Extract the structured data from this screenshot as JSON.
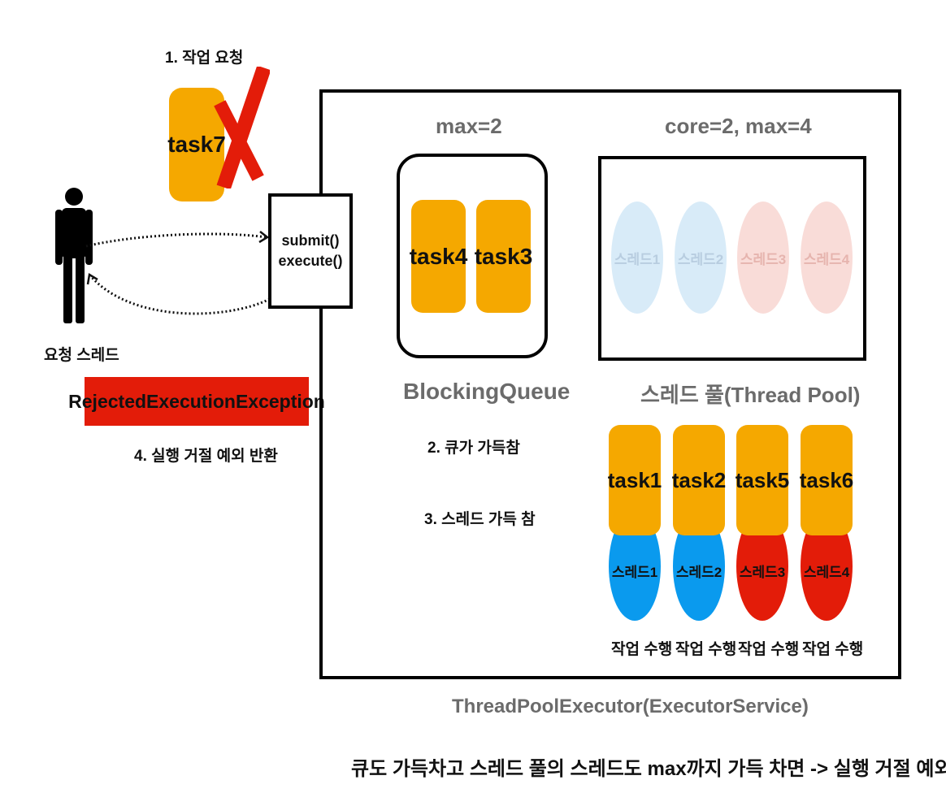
{
  "step1_label": "1. 작업 요청",
  "rejected_task": "task7",
  "requester_label": "요청 스레드",
  "exception": {
    "name": "RejectedExecutionException",
    "bg": "#e31c09"
  },
  "step4_label": "4. 실행 거절 예외 반환",
  "executor_methods": {
    "submit": "submit()",
    "execute": "execute()"
  },
  "queue": {
    "capacity_label": "max=2",
    "tasks": [
      "task4",
      "task3"
    ],
    "name": "BlockingQueue"
  },
  "step2_label": "2. 큐가 가득참",
  "step3_label": "3. 스레드 가득 참",
  "pool": {
    "config_label": "core=2, max=4",
    "name": "스레드 풀(Thread Pool)",
    "idle_threads": [
      "스레드1",
      "스레드2",
      "스레드3",
      "스레드4"
    ],
    "workers": [
      {
        "task": "task1",
        "thread": "스레드1",
        "status": "작업 수행"
      },
      {
        "task": "task2",
        "thread": "스레드2",
        "status": "작업 수행"
      },
      {
        "task": "task5",
        "thread": "스레드3",
        "status": "작업 수행"
      },
      {
        "task": "task6",
        "thread": "스레드4",
        "status": "작업 수행"
      }
    ]
  },
  "executor_name": "ThreadPoolExecutor(ExecutorService)",
  "caption": "큐도 가득차고 스레드 풀의 스레드도 max까지 가득 차면 -> 실행 거절 예외",
  "colors": {
    "task": "#f5a800",
    "blue": "#0a9aee",
    "red": "#e31c09"
  }
}
